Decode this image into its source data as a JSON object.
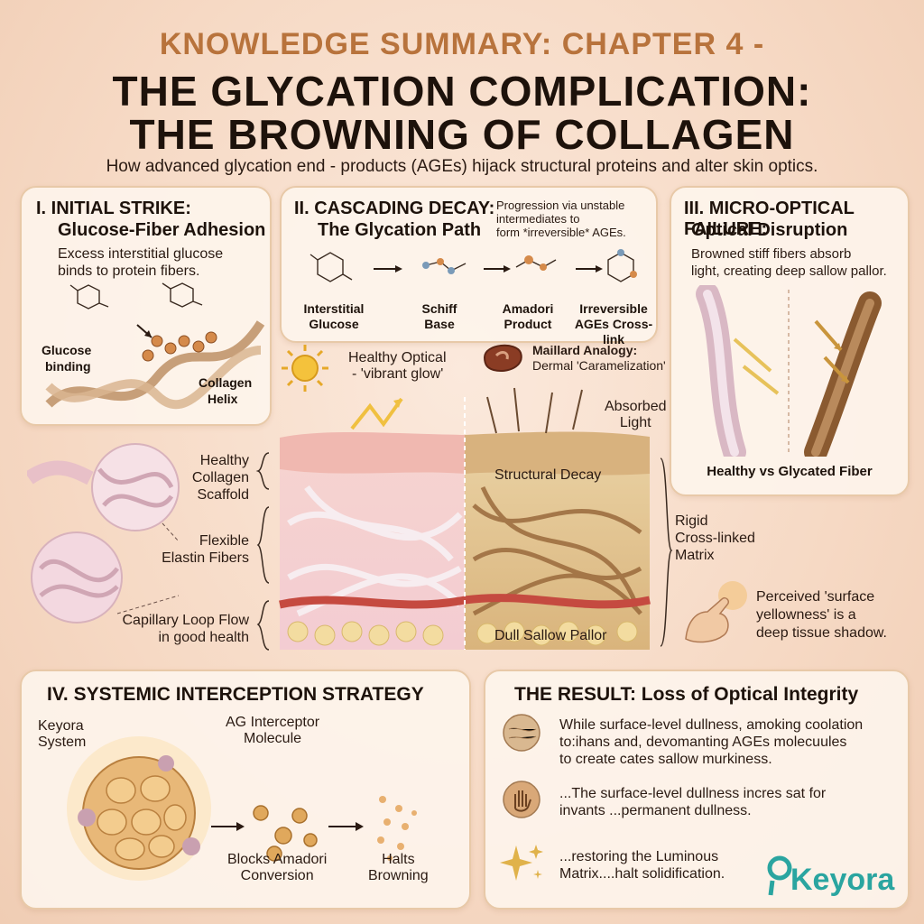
{
  "header": {
    "kicker": "KNOWLEDGE SUMMARY: CHAPTER 4 -",
    "title_line1": "THE GLYCATION COMPLICATION:",
    "title_line2": "THE BROWNING OF COLLAGEN",
    "subtitle": "How advanced glycation end - products (AGEs) hijack structural proteins and alter skin optics."
  },
  "panel1": {
    "title_line1": "I. INITIAL STRIKE:",
    "title_line2": "Glucose-Fiber Adhesion",
    "text_line1": "Excess interstitial glucose",
    "text_line2": "binds to protein fibers.",
    "label_glucose_1": "Glucose",
    "label_glucose_2": "binding",
    "label_helix_1": "Collagen",
    "label_helix_2": "Helix"
  },
  "panel2": {
    "title_line1": "II. CASCADING DECAY:",
    "title_line2": "The Glycation Path",
    "note_line1": "Progression via unstable",
    "note_line2": "intermediates to",
    "note_line3": "form *irreversible* AGEs.",
    "steps": [
      {
        "line1": "Interstitial",
        "line2": "Glucose"
      },
      {
        "line1": "Schiff",
        "line2": "Base"
      },
      {
        "line1": "Amadori",
        "line2": "Product"
      },
      {
        "line1": "Irreversible",
        "line2": "AGEs Cross-link"
      }
    ]
  },
  "panel3": {
    "title_line1": "III. MICRO-OPTICAL FAILURE:",
    "title_line2": "Optical Disruption",
    "text_line1": "Browned stiff fibers absorb",
    "text_line2": "light, creating deep sallow pallor.",
    "caption": "Healthy vs Glycated Fiber"
  },
  "center": {
    "healthy_optical_1": "Healthy Optical",
    "healthy_optical_2": "- 'vibrant glow'",
    "maillard_1": "Maillard Analogy:",
    "maillard_2": "Dermal 'Caramelization'",
    "absorbed_1": "Absorbed",
    "absorbed_2": "Light",
    "structural_decay": "Structural Decay",
    "dull_sallow": "Dull Sallow Pallor",
    "left_labels": [
      {
        "line1": "Healthy",
        "line2": "Collagen",
        "line3": "Scaffold"
      },
      {
        "line1": "Flexible",
        "line2": "Elastin Fibers",
        "line3": ""
      },
      {
        "line1": "Capillary Loop Flow",
        "line2": "in good health",
        "line3": ""
      }
    ],
    "rigid_1": "Rigid",
    "rigid_2": "Cross-linked",
    "rigid_3": "Matrix",
    "perceived_1": "Perceived 'surface",
    "perceived_2": "yellowness' is a",
    "perceived_3": "deep tissue shadow."
  },
  "panel4": {
    "title": "IV. SYSTEMIC INTERCEPTION STRATEGY",
    "keyora_1": "Keyora",
    "keyora_2": "System",
    "interceptor_1": "AG Interceptor",
    "interceptor_2": "Molecule",
    "blocks_1": "Blocks Amadori",
    "blocks_2": "Conversion",
    "halts_1": "Halts",
    "halts_2": "Browning"
  },
  "panel5": {
    "title": "THE RESULT: Loss of Optical Integrity",
    "items": [
      {
        "line1": "While surface-level dullness, amoking coolation",
        "line2": "to:ihans and, devomanting AGEs molecuules",
        "line3": "to create cates sallow murkiness."
      },
      {
        "line1": "...The surface-level dullness incres sat for",
        "line2": "invants ...permanent dullness.",
        "line3": ""
      },
      {
        "line1": "...restoring the Luminous",
        "line2": "Matrix....halt solidification.",
        "line3": ""
      }
    ]
  },
  "brand": {
    "name": "Keyora"
  },
  "colors": {
    "accent": "#b8733c",
    "brand_teal": "#2aa5a0",
    "dark": "#1d120b"
  }
}
